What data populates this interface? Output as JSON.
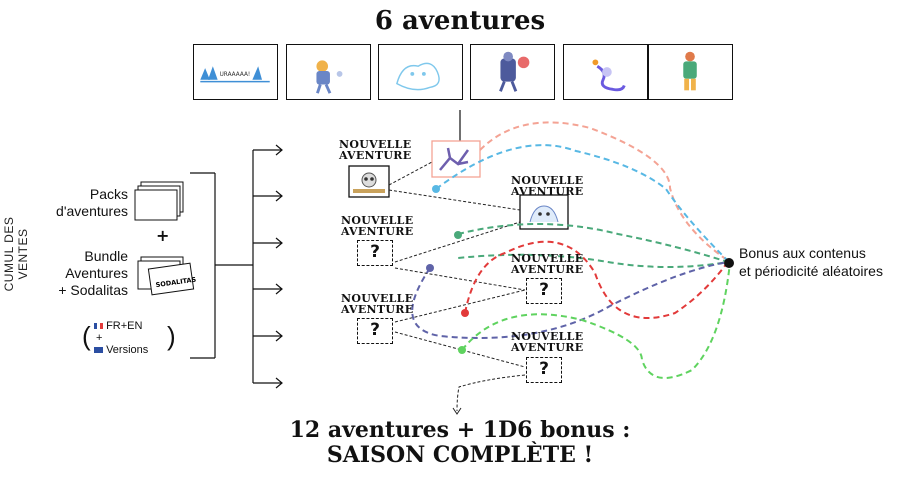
{
  "title": "6 aventures",
  "side_label": "CUMUL DES VENTES",
  "packs": {
    "line1": "Packs",
    "line2": "d'aventures"
  },
  "plus": "+",
  "bundle": {
    "line1": "Bundle",
    "line2": "Aventures",
    "line3": "+ Sodalitas",
    "card_text": "SODALITAS"
  },
  "versions": {
    "line1": "FR+EN",
    "line2": "+",
    "line3": "Versions"
  },
  "nouvelle": {
    "line1": "NOUVELLE",
    "line2": "AVENTURE"
  },
  "question_mark": "?",
  "bonus": {
    "line1": "Bonus aux contenus",
    "line2": "et périodicité aléatoires"
  },
  "footer": {
    "line1": "12 aventures + 1D6 bonus :",
    "line2": "SAISON COMPLÈTE !"
  },
  "thumbnail_caption": "URAAAAA!",
  "colors": {
    "salmon": "#f4a394",
    "blue": "#58b8e4",
    "green": "#4aa97a",
    "red": "#e23a3a",
    "indigo": "#5f63a8",
    "lightgreen": "#5fd35f"
  }
}
